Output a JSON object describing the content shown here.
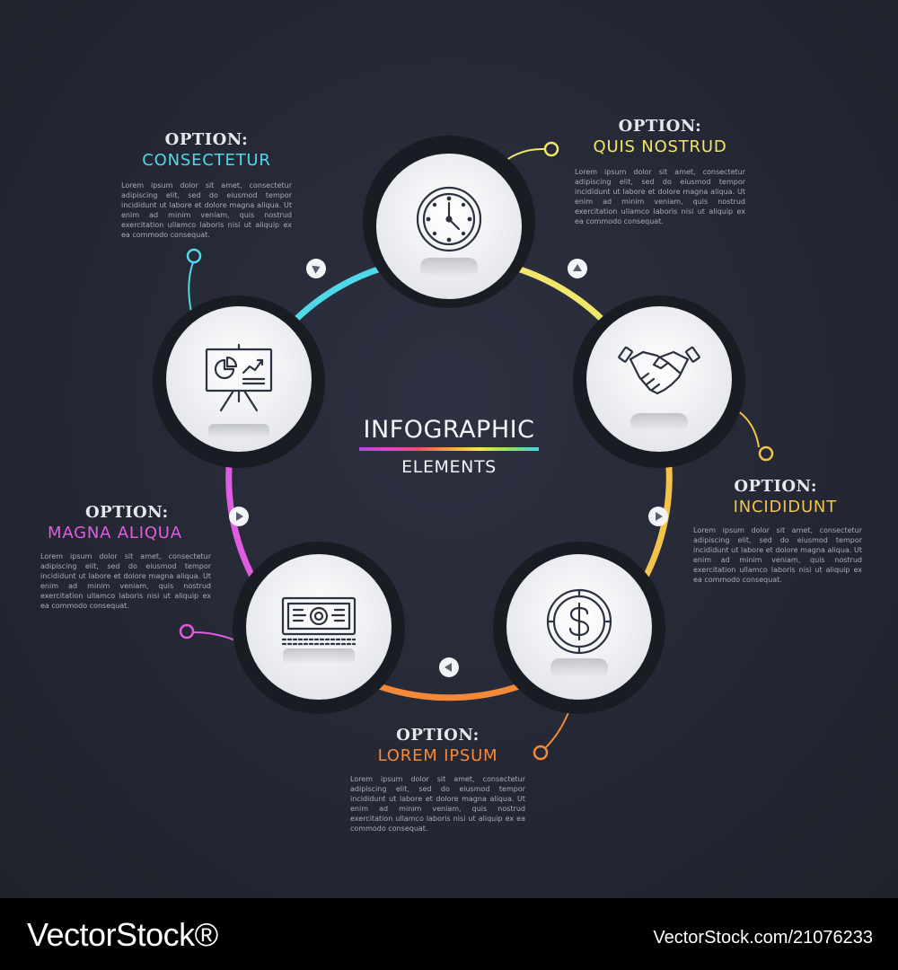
{
  "center": {
    "title": "INFOGRAPHIC",
    "subtitle": "ELEMENTS"
  },
  "options": [
    {
      "title": "OPTION:",
      "label": "QUIS NOSTRUD",
      "color": "#f1e66a",
      "icon": "clock-icon",
      "body": "Lorem ipsum dolor sit amet, consectetur adipiscing elit, sed do eiusmod tempor incididunt ut labore et dolore magna aliqua. Ut enim ad minim veniam, quis nostrud exercitation ullamco laboris nisi ut aliquip ex ea commodo consequat."
    },
    {
      "title": "OPTION:",
      "label": "INCIDIDUNT",
      "color": "#f3c34a",
      "icon": "handshake-icon",
      "body": "Lorem ipsum dolor sit amet, consectetur adipiscing elit, sed do eiusmod tempor incididunt ut labore et dolore magna aliqua. Ut enim ad minim veniam, quis nostrud exercitation ullamco laboris nisi ut aliquip ex ea commodo consequat."
    },
    {
      "title": "OPTION:",
      "label": "LOREM IPSUM",
      "color": "#f5893a",
      "icon": "dollar-coin-icon",
      "body": "Lorem ipsum dolor sit amet, consectetur adipiscing elit, sed do eiusmod tempor incididunt ut labore et dolore magna aliqua. Ut enim ad minim veniam, quis nostrud exercitation ullamco laboris nisi ut aliquip ex ea commodo consequat."
    },
    {
      "title": "OPTION:",
      "label": "MAGNA ALIQUA",
      "color": "#e05ce0",
      "icon": "banknote-icon",
      "body": "Lorem ipsum dolor sit amet, consectetur adipiscing elit, sed do eiusmod tempor incididunt ut labore et dolore magna aliqua. Ut enim ad minim veniam, quis nostrud exercitation ullamco laboris nisi ut aliquip ex ea commodo consequat."
    },
    {
      "title": "OPTION:",
      "label": "CONSECTETUR",
      "color": "#4fd8e8",
      "icon": "presentation-board-icon",
      "body": "Lorem ipsum dolor sit amet, consectetur adipiscing elit, sed do eiusmod tempor incididunt ut labore et dolore magna aliqua. Ut enim ad minim veniam, quis nostrud exercitation ullamco laboris nisi ut aliquip ex ea commodo consequat."
    }
  ],
  "watermark": {
    "brand": "VectorStock®",
    "id": "VectorStock.com/21076233"
  }
}
